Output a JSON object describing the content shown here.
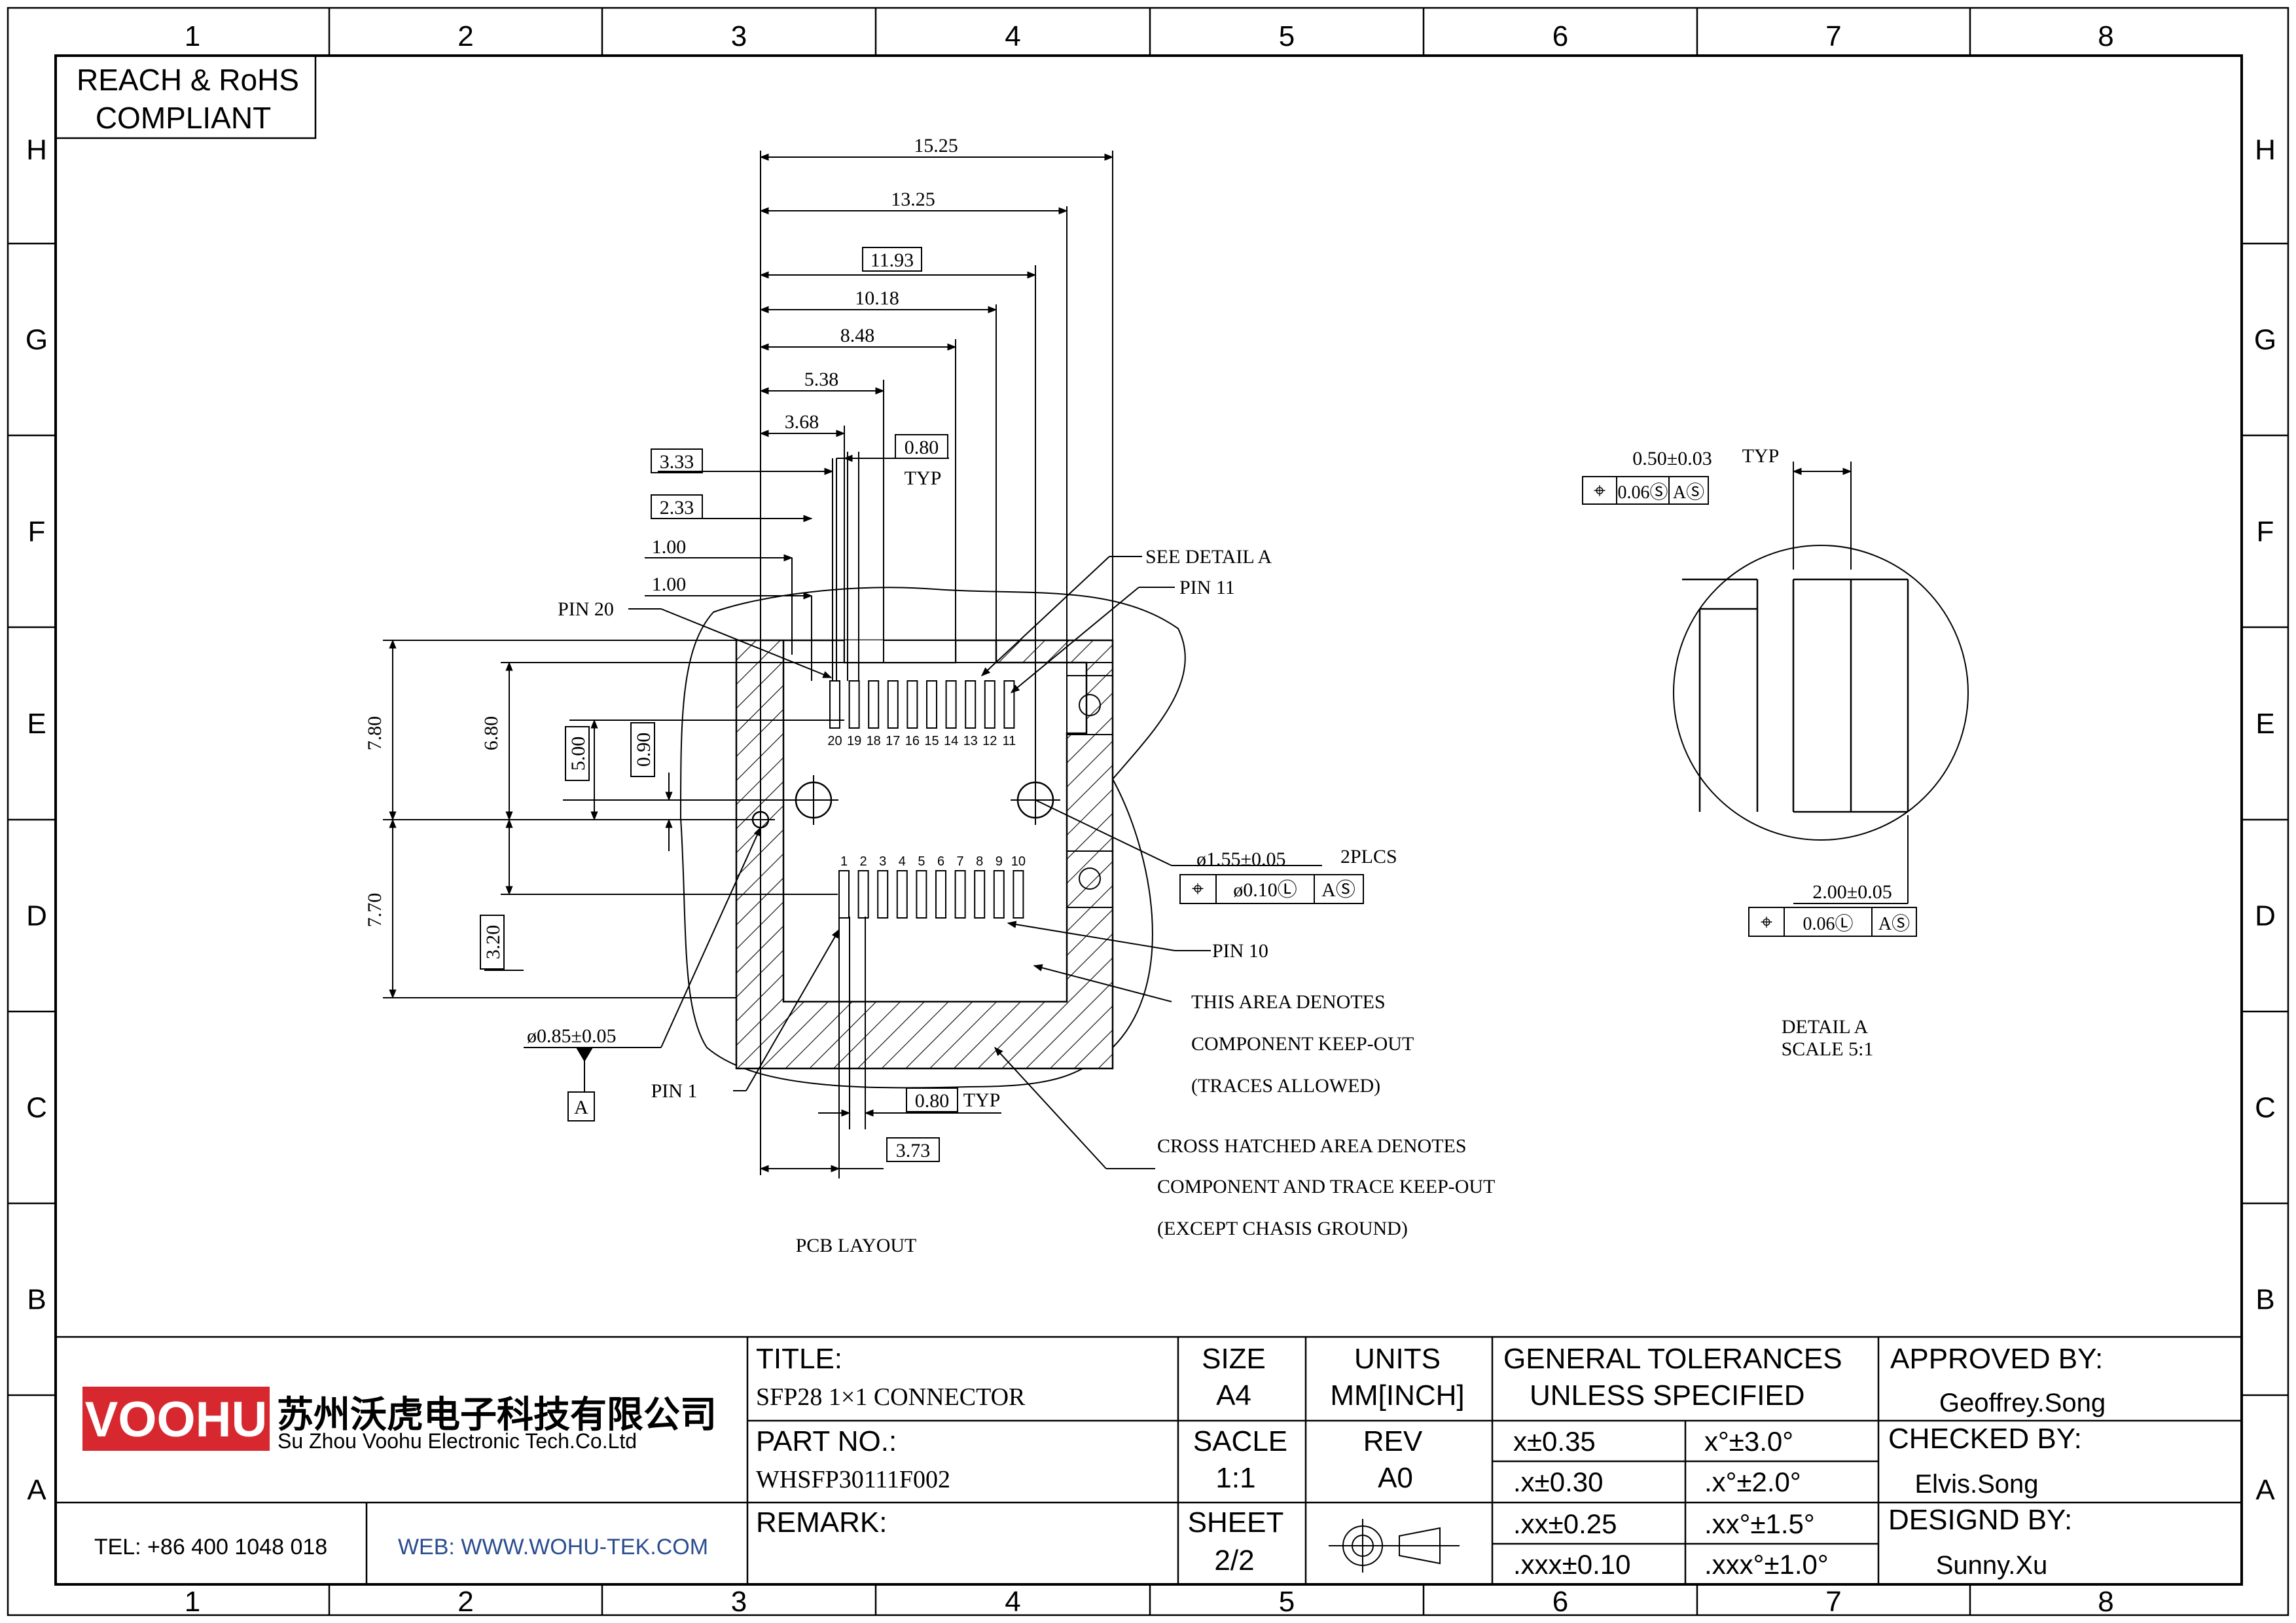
{
  "frame": {
    "columns": [
      "1",
      "2",
      "3",
      "4",
      "5",
      "6",
      "7",
      "8"
    ],
    "rows": [
      "H",
      "G",
      "F",
      "E",
      "D",
      "C",
      "B",
      "A"
    ]
  },
  "compliance": [
    "REACH & RoHS",
    "COMPLIANT"
  ],
  "dimensions": {
    "d1525": "15.25",
    "d1325": "13.25",
    "d1193": "11.93",
    "d1018": "10.18",
    "d848": "8.48",
    "d538": "5.38",
    "d368": "3.68",
    "d333": "3.33",
    "d233": "2.33",
    "d100a": "1.00",
    "d100b": "1.00",
    "d080top": "0.80",
    "typ1": "TYP",
    "d780": "7.80",
    "d680": "6.80",
    "d500": "5.00",
    "d090": "0.90",
    "d770": "7.70",
    "d320": "3.20",
    "d085": "ø0.85±0.05",
    "datumA": "A",
    "d080bot": "0.80",
    "typ2": "TYP",
    "d373": "3.73",
    "hole": "ø1.55±0.05",
    "plcs": "2PLCS"
  },
  "fcf_hole": [
    "⌖",
    "ø0.10Ⓛ",
    "AⓈ"
  ],
  "pins_top": [
    "20",
    "19",
    "18",
    "17",
    "16",
    "15",
    "14",
    "13",
    "12",
    "11"
  ],
  "pins_bottom": [
    "1",
    "2",
    "3",
    "4",
    "5",
    "6",
    "7",
    "8",
    "9",
    "10"
  ],
  "labels": {
    "pin20": "PIN 20",
    "pin11": "PIN 11",
    "pin1": "PIN 1",
    "pin10": "PIN 10",
    "see_detail": "SEE DETAIL A",
    "keepout1": "THIS AREA DENOTES",
    "keepout2": "COMPONENT KEEP-OUT",
    "keepout3": "(TRACES ALLOWED)",
    "cross1": "CROSS HATCHED AREA DENOTES",
    "cross2": "COMPONENT AND TRACE KEEP-OUT",
    "cross3": "(EXCEPT CHASIS GROUND)",
    "pcb_layout": "PCB LAYOUT"
  },
  "detail": {
    "pitch": "0.50±0.03",
    "pitch_typ": "TYP",
    "fcf_top": [
      "⌖",
      "0.06Ⓢ",
      "AⓈ"
    ],
    "width": "2.00±0.05",
    "fcf_bottom": [
      "⌖",
      "0.06Ⓛ",
      "AⓈ"
    ],
    "title": "DETAIL A",
    "scale": "SCALE 5:1"
  },
  "title_block": {
    "logo": "VOOHU",
    "company_cn": "苏州沃虎电子科技有限公司",
    "company_en": "Su Zhou Voohu Electronic Tech.Co.Ltd",
    "tel": "TEL: +86 400 1048 018",
    "web": "WEB: WWW.WOHU-TEK.COM",
    "title_label": "TITLE:",
    "title_value": "SFP28 1×1 CONNECTOR",
    "part_label": "PART NO.:",
    "part_value": "WHSFP30111F002",
    "remark_label": "REMARK:",
    "size_label": "SIZE",
    "size_value": "A4",
    "units_label": "UNITS",
    "units_value": "MM[INCH]",
    "scale_label": "SACLE",
    "scale_value": "1:1",
    "rev_label": "REV",
    "rev_value": "A0",
    "sheet_label": "SHEET",
    "sheet_value": "2/2",
    "tol_title1": "GENERAL TOLERANCES",
    "tol_title2": "UNLESS SPECIFIED",
    "tolerances": [
      [
        "x±0.35",
        "x°±3.0°"
      ],
      [
        ".x±0.30",
        ".x°±2.0°"
      ],
      [
        ".xx±0.25",
        ".xx°±1.5°"
      ],
      [
        ".xxx±0.10",
        ".xxx°±1.0°"
      ]
    ],
    "approved_label": "APPROVED BY:",
    "approved_value": "Geoffrey.Song",
    "checked_label": "CHECKED BY:",
    "checked_value": "Elvis.Song",
    "design_label": "DESIGND BY:",
    "design_value": "Sunny.Xu"
  },
  "colors": {
    "logo_red": "#d7282f",
    "web_blue": "#2a4d8f"
  }
}
